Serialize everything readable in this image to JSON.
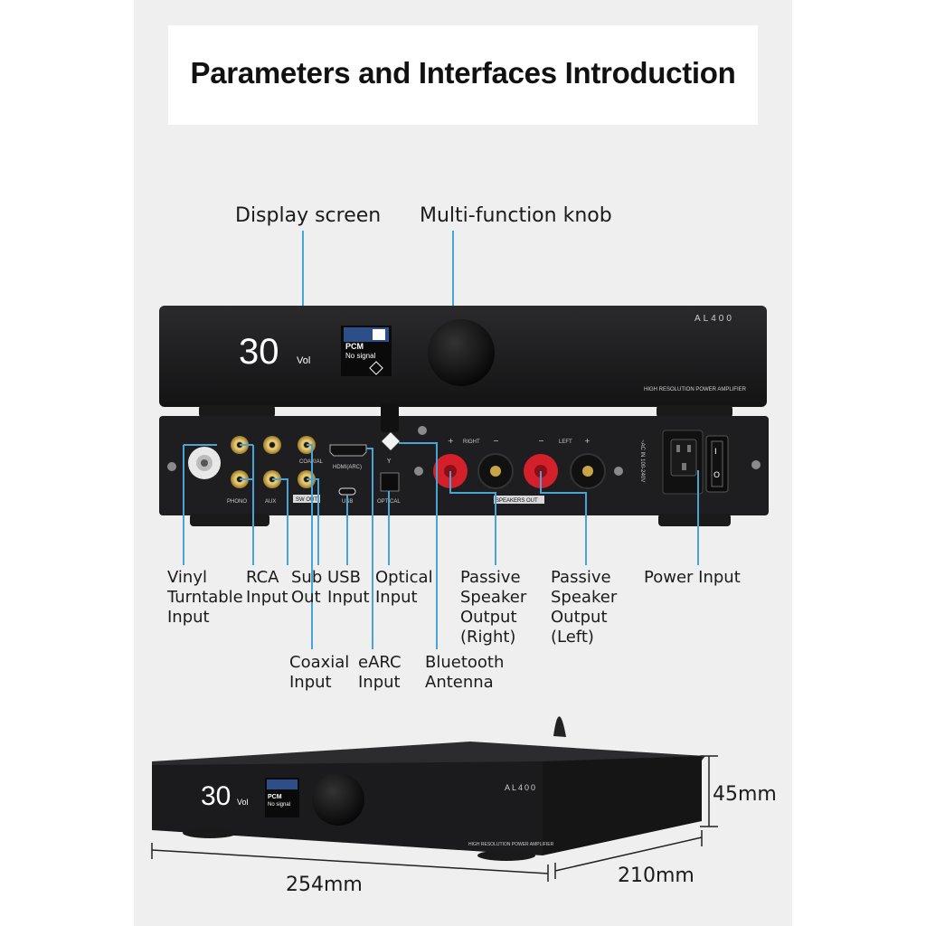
{
  "title": "Parameters and Interfaces Introduction",
  "front_callouts": {
    "display_screen": "Display screen",
    "multi_function_knob": "Multi-function knob"
  },
  "device": {
    "model": "AL400",
    "volume_value": "30",
    "volume_unit": "Vol",
    "screen_line1": "PCM",
    "screen_line2": "No signal",
    "subtitle": "HIGH RESOLUTION POWER AMPLIFIER"
  },
  "rear_panel": {
    "right": "RIGHT",
    "left": "LEFT",
    "plus": "+",
    "minus": "−",
    "coaxial": "COAXIAL",
    "hdmi": "HDMI(ARC)",
    "phono": "PHONO",
    "aux": "AUX",
    "sw_out": "SW OUT",
    "usb": "USB",
    "optical": "OPTICAL",
    "speakers_out": "SPEAKERS OUT",
    "ac_in": "~AC IN 100-240V"
  },
  "interfaces": {
    "vinyl": [
      "Vinyl",
      "Turntable",
      "Input"
    ],
    "rca": [
      "RCA",
      "Input"
    ],
    "sub": [
      "Sub",
      "Out"
    ],
    "usb": [
      "USB",
      "Input"
    ],
    "optical": [
      "Optical",
      "Input"
    ],
    "passive_right": [
      "Passive",
      "Speaker",
      "Output",
      "(Right)"
    ],
    "passive_left": [
      "Passive",
      "Speaker",
      "Output",
      "(Left)"
    ],
    "power": [
      "Power Input"
    ],
    "coaxial": [
      "Coaxial",
      "Input"
    ],
    "earc": [
      "eARC",
      "Input"
    ],
    "bluetooth": [
      "Bluetooth",
      "Antenna"
    ]
  },
  "dimensions": {
    "height": "45mm",
    "width": "254mm",
    "depth": "210mm"
  },
  "colors": {
    "accent_line": "#4aa3d6",
    "chassis": "#1c1c1e",
    "speaker_terminal": "#d3202a",
    "gold": "#c9a449"
  }
}
